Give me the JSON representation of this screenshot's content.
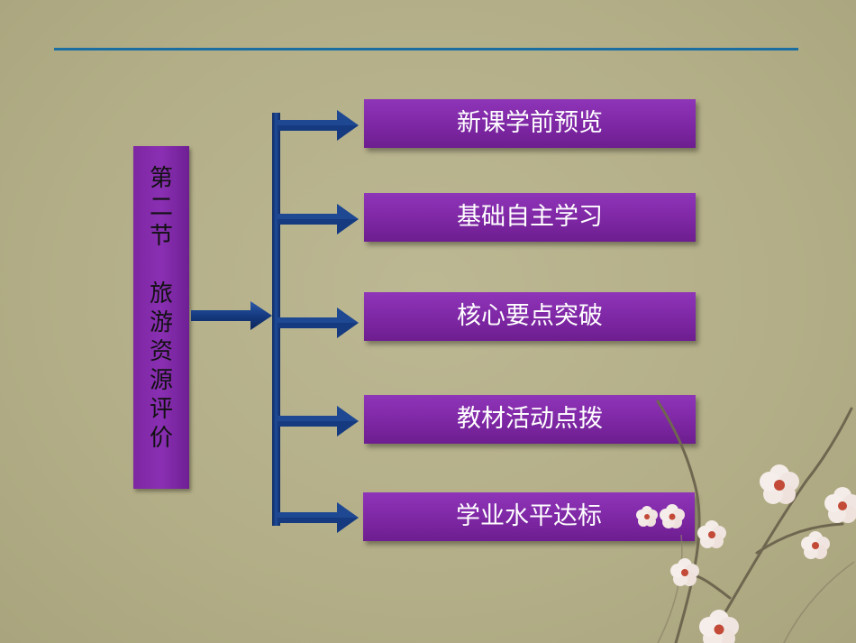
{
  "slide": {
    "section_title_lines": [
      "第",
      "二",
      "节"
    ],
    "section_subtitle_lines": [
      "旅",
      "游",
      "资",
      "源",
      "评",
      "价"
    ],
    "menu_items": [
      {
        "label": "新课学前预览"
      },
      {
        "label": "基础自主学习"
      },
      {
        "label": "核心要点突破"
      },
      {
        "label": "教材活动点拨"
      },
      {
        "label": "学业水平达标"
      }
    ]
  },
  "colors": {
    "background": "#b5b08a",
    "accent_purple": "#7e27a4",
    "arrow_navy": "#153a80",
    "rule_blue": "#1a6fa0"
  }
}
